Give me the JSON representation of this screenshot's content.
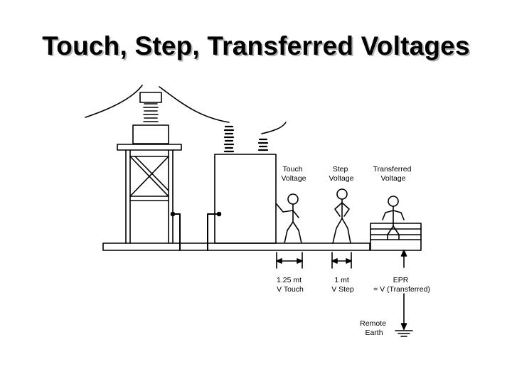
{
  "title": "Touch, Step, Transferred Voltages",
  "labels": {
    "touch_voltage": [
      "Touch",
      "Voltage"
    ],
    "step_voltage": [
      "Step",
      "Voltage"
    ],
    "transferred_voltage": [
      "Transferred",
      "Voltage"
    ],
    "touch_distance": [
      "1.25 mt",
      "V Touch"
    ],
    "step_distance": [
      "1 mt",
      "V Step"
    ],
    "epr": [
      "EPR",
      "= V (Transferred)"
    ],
    "remote_earth": [
      "Remote",
      "Earth"
    ]
  }
}
